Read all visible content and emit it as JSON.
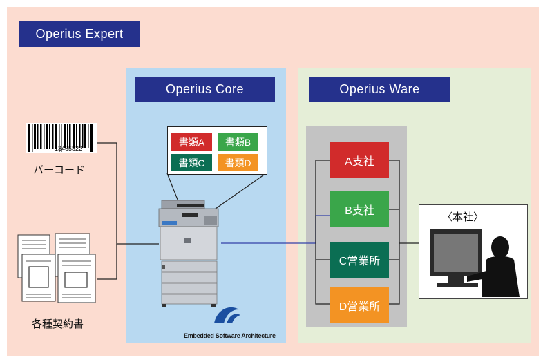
{
  "titles": {
    "expert": "Operius Expert",
    "core": "Operius Core",
    "ware": "Operius Ware"
  },
  "documents": [
    {
      "label": "書類A",
      "color": "#d12b2b"
    },
    {
      "label": "書類B",
      "color": "#3aa64a"
    },
    {
      "label": "書類C",
      "color": "#0b6e53"
    },
    {
      "label": "書類D",
      "color": "#f39323"
    }
  ],
  "branches": [
    {
      "label": "A支社",
      "color": "#d12b2b"
    },
    {
      "label": "B支社",
      "color": "#3aa64a"
    },
    {
      "label": "C営業所",
      "color": "#0b6e53"
    },
    {
      "label": "D営業所",
      "color": "#f39323"
    }
  ],
  "barcode": {
    "caption": "バーコード",
    "number": "13465822"
  },
  "contracts": {
    "caption": "各種契約書"
  },
  "headquarters": {
    "label": "〈本社〉"
  },
  "esa_logo": {
    "text": "Embedded Software Architecture"
  },
  "colors": {
    "title_bg": "#25318c",
    "outer_bg": "#fcdcd0",
    "core_bg": "#b8d9f1",
    "ware_bg": "#e5eed7",
    "flow_line": "#3340a8"
  }
}
